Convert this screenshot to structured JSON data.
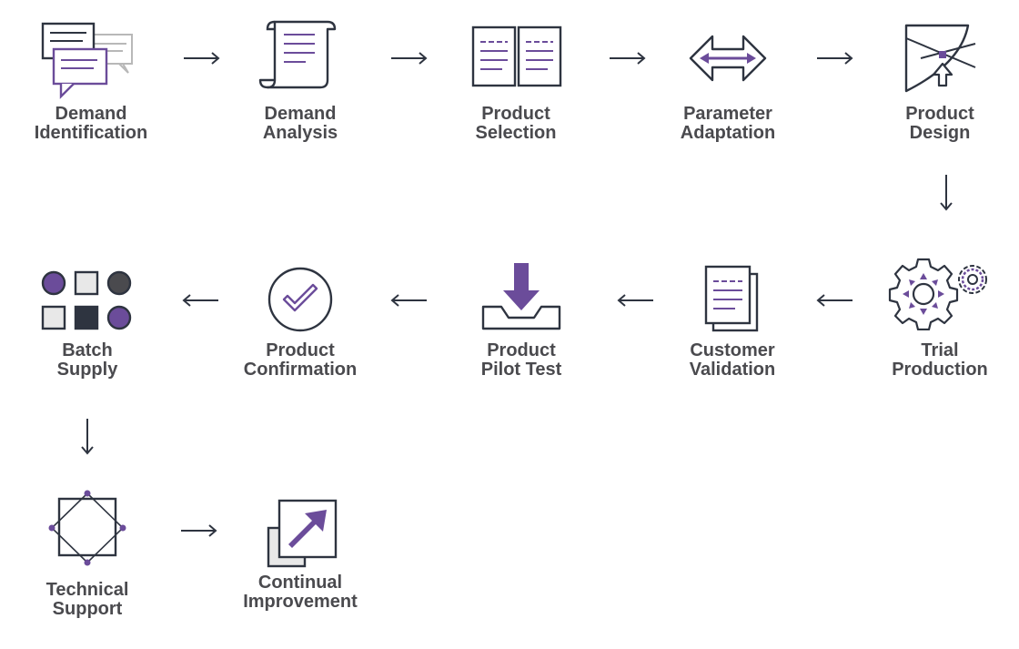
{
  "colors": {
    "accent": "#6b4c9a",
    "ink": "#2e3440",
    "text": "#4a4a4e",
    "gray": "#b8b8b8",
    "fill": "#e8e8e8"
  },
  "steps": [
    {
      "icon": "chat-bubbles-icon",
      "line1": "Demand",
      "line2": "Identification"
    },
    {
      "icon": "scroll-icon",
      "line1": "Demand",
      "line2": "Analysis"
    },
    {
      "icon": "open-book-icon",
      "line1": "Product",
      "line2": "Selection"
    },
    {
      "icon": "double-arrow-icon",
      "line1": "Parameter",
      "line2": "Adaptation"
    },
    {
      "icon": "design-cursor-icon",
      "line1": "Product",
      "line2": "Design"
    },
    {
      "icon": "gears-icon",
      "line1": "Trial",
      "line2": "Production"
    },
    {
      "icon": "documents-icon",
      "line1": "Customer",
      "line2": "Validation"
    },
    {
      "icon": "download-tray-icon",
      "line1": "Product",
      "line2": "Pilot Test"
    },
    {
      "icon": "check-circle-icon",
      "line1": "Product",
      "line2": "Confirmation"
    },
    {
      "icon": "grid-shapes-icon",
      "line1": "Batch",
      "line2": "Supply"
    },
    {
      "icon": "square-diamond-icon",
      "line1": "Technical",
      "line2": "Support"
    },
    {
      "icon": "expand-arrow-icon",
      "line1": "Continual",
      "line2": "Improvement"
    }
  ]
}
